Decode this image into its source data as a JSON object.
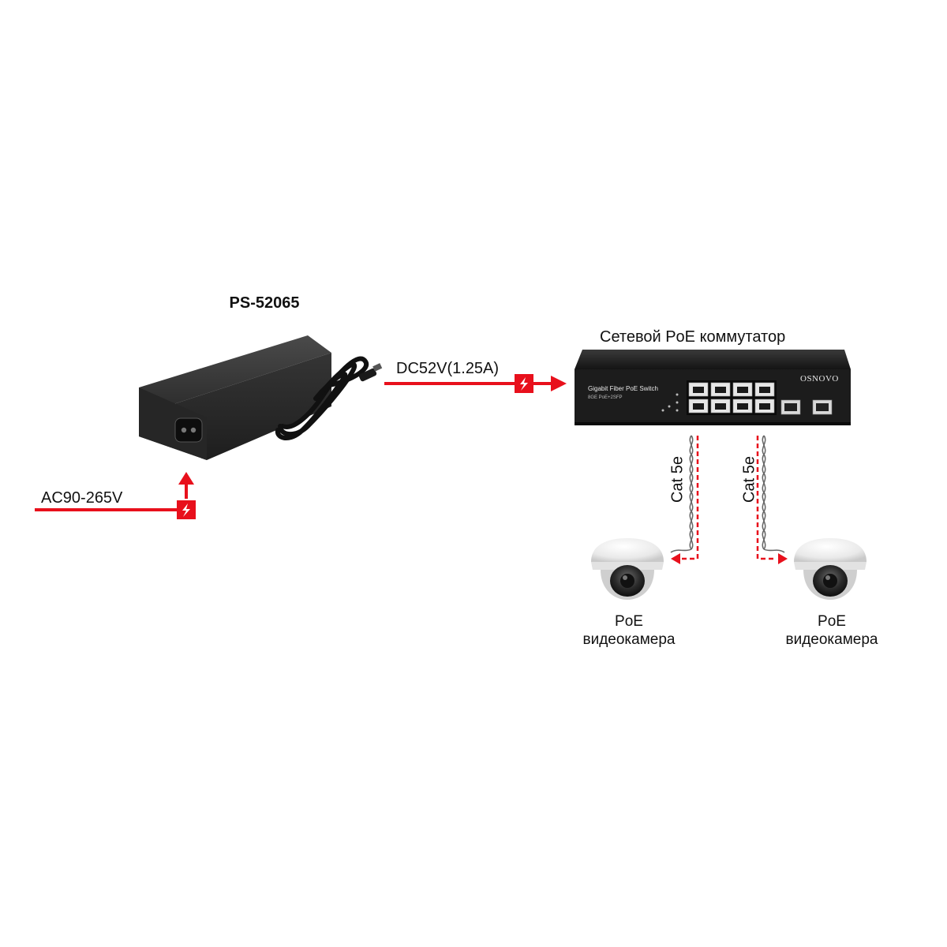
{
  "power_supply": {
    "title": "PS-52065"
  },
  "ac_input": {
    "label": "AC90-265V"
  },
  "dc_output": {
    "label": "DC52V(1.25A)"
  },
  "switch": {
    "title": "Сетевой PoE коммутатор",
    "model_text": "Gigabit Fiber PoE Switch",
    "sub_text": "8GE PoE+2SFP",
    "brand": "OSNOVO"
  },
  "cables": [
    {
      "label": "Cat 5e"
    },
    {
      "label": "Cat 5e"
    }
  ],
  "cameras": [
    {
      "line1": "PoE",
      "line2": "видеокамера"
    },
    {
      "line1": "PoE",
      "line2": "видеокамера"
    }
  ],
  "colors": {
    "power_line": "#e8101c",
    "device_body": "#2a2a2a",
    "switch_body": "#1c1c1c"
  },
  "icons": [
    "lightning-icon",
    "arrow-icon",
    "rj45-port-icon",
    "sfp-port-icon",
    "dome-camera-icon",
    "power-adapter-icon",
    "twisted-pair-cable-icon"
  ]
}
